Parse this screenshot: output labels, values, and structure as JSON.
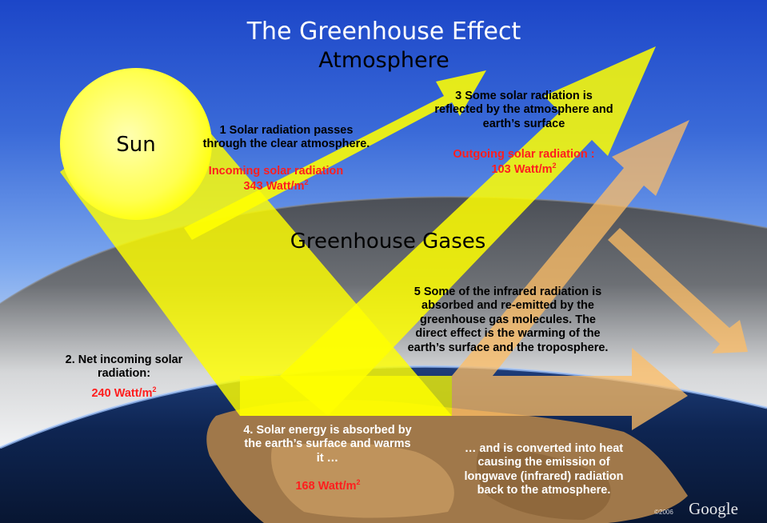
{
  "title": "The Greenhouse Effect",
  "atmosphere_label": "Atmosphere",
  "sun_label": "Sun",
  "ghg_label": "Greenhouse Gases",
  "step1": {
    "text_line1": "1 Solar radiation passes",
    "text_line2": "through the clear atmosphere.",
    "value_label": "Incoming solar radiation",
    "value": "343 Watt/m",
    "sup": "2"
  },
  "step2": {
    "text_line1": "2. Net incoming solar",
    "text_line2": "radiation:",
    "value": "240 Watt/m",
    "sup": "2"
  },
  "step3": {
    "text_line1": "3 Some solar radiation is",
    "text_line2": "reflected by the atmosphere and",
    "text_line3": "earth’s surface",
    "value_label": "Outgoing solar radiation :",
    "value": "103 Watt/m",
    "sup": "2"
  },
  "step4": {
    "text_line1": "4. Solar energy is absorbed by",
    "text_line2": "the earth’s surface and warms",
    "text_line3": "it …",
    "value": "168 Watt/m",
    "sup": "2"
  },
  "step5": {
    "text_line1": "5 Some of the infrared radiation is",
    "text_line2": "absorbed and re-emitted by the",
    "text_line3": "greenhouse gas molecules. The",
    "text_line4": "direct effect is the warming of the",
    "text_line5": "earth’s surface and the troposphere."
  },
  "step6": {
    "text_line1": "… and is converted into heat",
    "text_line2": "causing the emission of",
    "text_line3": "longwave (infrared) radiation",
    "text_line4": "back to the atmosphere."
  },
  "logo": "Google",
  "logo_copyright": "©2006",
  "colors": {
    "sky_top": "#1c46c8",
    "sky_mid": "#7aa6ee",
    "solar_yellow": "#ffff00",
    "infrared_orange": "#ffbe64",
    "value_red": "#ff1e1e"
  },
  "icons": [
    "sun-icon",
    "solar-arrow-icon",
    "reflected-arrow-icon",
    "infrared-arrow-icon",
    "google-logo-icon"
  ]
}
